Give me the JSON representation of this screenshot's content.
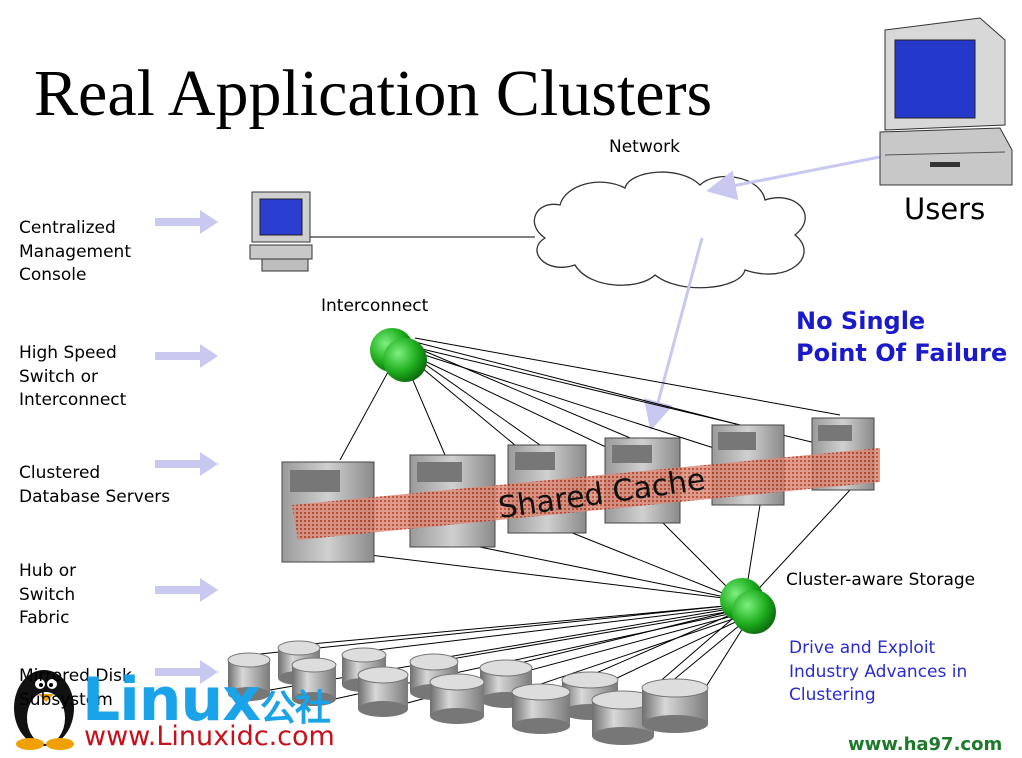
{
  "title": "Real Application Clusters",
  "labels": {
    "network": "Network",
    "users": "Users",
    "interconnect": "Interconnect",
    "cluster_storage": "Cluster-aware Storage",
    "shared_cache": "Shared Cache",
    "no_spof_line1": "No Single",
    "no_spof_line2": "Point Of Failure",
    "drive_exploit": "Drive and Exploit\nIndustry Advances  in\nClustering"
  },
  "left_labels": [
    "Centralized\nManagement\nConsole",
    "High Speed\nSwitch or\nInterconnect",
    "Clustered\nDatabase Servers",
    "Hub or\nSwitch\nFabric",
    "Mirrored Disk\nSubsystem"
  ],
  "watermarks": {
    "brand": "Linux",
    "brand_cn": "公社",
    "url_left": "www.Linuxidc.com",
    "url_right": "www.ha97.com"
  },
  "colors": {
    "accent_blue": "#1a1acc",
    "arrow": "#c8c8f0",
    "node_green": "#22aa22",
    "cache_red": "#c0392b"
  }
}
